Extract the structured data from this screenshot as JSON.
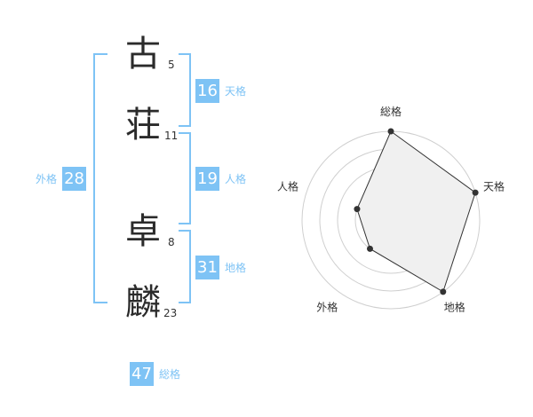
{
  "name_chars": [
    {
      "char": "古",
      "strokes": "5"
    },
    {
      "char": "荘",
      "strokes": "11"
    },
    {
      "char": "卓",
      "strokes": "8"
    },
    {
      "char": "麟",
      "strokes": "23"
    }
  ],
  "kaku": {
    "tenkaku": {
      "value": "16",
      "label": "天格"
    },
    "jinkaku": {
      "value": "19",
      "label": "人格"
    },
    "chikaku": {
      "value": "31",
      "label": "地格"
    },
    "gaikaku": {
      "value": "28",
      "label": "外格"
    },
    "soukaku": {
      "value": "47",
      "label": "総格"
    }
  },
  "colors": {
    "accent": "#7ec3f5",
    "text": "#2b2b2b",
    "fill": "#f0f0f0"
  },
  "chart_data": {
    "type": "radar",
    "axes": [
      "総格",
      "天格",
      "地格",
      "外格",
      "人格"
    ],
    "values": [
      4,
      4,
      4,
      1,
      1
    ],
    "max": 4
  }
}
